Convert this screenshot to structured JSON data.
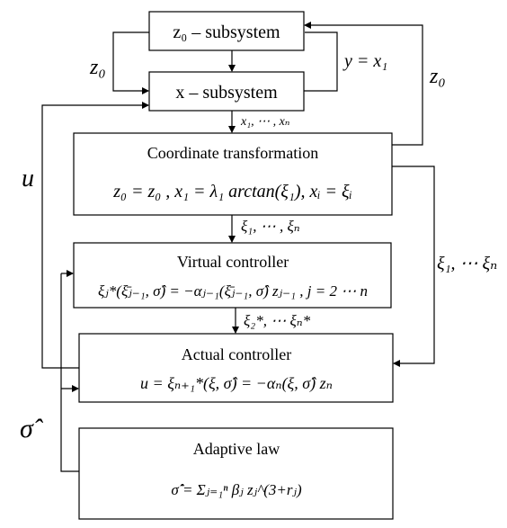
{
  "blocks": {
    "z0_subsystem": {
      "title": "z₀ – subsystem"
    },
    "x_subsystem": {
      "title": "x – subsystem"
    },
    "coordinate_transformation": {
      "title": "Coordinate transformation",
      "equation": "z₀ = z₀ , x₁ = λ₁ arctan(ξ₁), xᵢ = ξᵢ"
    },
    "virtual_controller": {
      "title": "Virtual controller",
      "equation": "ξⱼ*(ξ̄ⱼ₋₁, σ̂) = −αⱼ₋₁(ξ̄ⱼ₋₁, σ̂) zⱼ₋₁ , j = 2 ⋯ n"
    },
    "actual_controller": {
      "title": "Actual controller",
      "equation": "u = ξₙ₊₁*(ξ, σ̂) = −αₙ(ξ, σ̂) zₙ"
    },
    "adaptive_law": {
      "title": "Adaptive law",
      "equation": "σ̂̇ = Σⱼ₌₁ⁿ βⱼ zⱼ^(3+rⱼ)"
    }
  },
  "signals": {
    "z0_left": "z₀",
    "y_eq_x1": "y = x₁",
    "z0_right": "z₀",
    "x_vector": "x₁, ⋯ , xₙ",
    "xi_vector": "ξ₁, ⋯ , ξₙ",
    "xi_star_vector": "ξ₂*, ⋯ ξₙ*",
    "xi_right": "ξ₁, ⋯ ξₙ",
    "u": "u",
    "sigma_hat": "σ̂"
  }
}
